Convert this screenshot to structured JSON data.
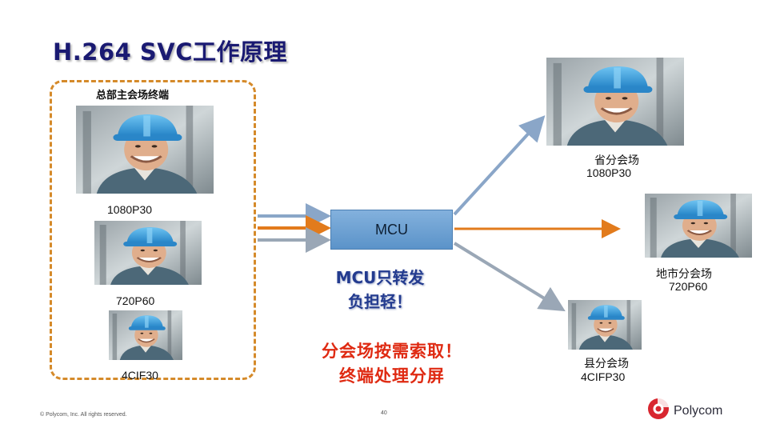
{
  "title": "H.264 SVC工作原理",
  "hq": {
    "label": "总部主会场终端",
    "res_1080": "1080P30",
    "res_720": "720P60",
    "res_4cif": "4CIF30"
  },
  "mcu": {
    "label": "MCU",
    "note_line1": "MCU只转发",
    "note_line2": "负担轻！"
  },
  "branch_note": {
    "line1": "分会场按需索取！",
    "line2": "终端处理分屏"
  },
  "sites": {
    "province_name": "省分会场",
    "province_res": "1080P30",
    "city_name": "地市分会场",
    "city_res": "720P60",
    "county_name": "县分会场",
    "county_res": "4CIFP30"
  },
  "footer": {
    "copyright": "© Polycom, Inc. All rights reserved.",
    "page_number": "40"
  },
  "logo": {
    "text": "Polycom",
    "icon": "polycom-logo-icon"
  },
  "colors": {
    "title": "#1a1a72",
    "dashed_border": "#d58a2a",
    "mcu_fill": "#6fa3d6",
    "blue_arrow": "#8aa6c8",
    "orange_arrow": "#e27b1c",
    "gray_arrow": "#9aa7b6",
    "red_note": "#df2a12",
    "blue_note": "#233b8f"
  }
}
